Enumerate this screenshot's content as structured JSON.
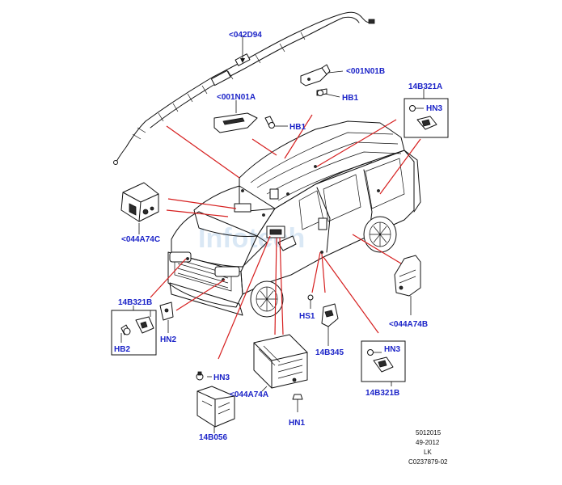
{
  "labels": {
    "curtain_right": "<042D94",
    "sensor_rear_top": "<001N01B",
    "hb1_top": "HB1",
    "sensor_front_top": "<001N01A",
    "hb1_mid": "HB1",
    "sensor_box_right_top": "14B321A",
    "hn3_right_top": "HN3",
    "knee_driver": "<044A74C",
    "sensor_box_left": "14B321B",
    "hb2": "HB2",
    "hn2": "HN2",
    "hs1": "HS1",
    "module_14b345": "14B345",
    "seat_side": "<044A74B",
    "hn3_right_bottom": "HN3",
    "sensor_box_right_bottom": "14B321B",
    "passenger_airbag": "<044A74A",
    "hn1": "HN1",
    "hn3_bottom": "HN3",
    "control_module": "14B056"
  },
  "watermark": "Infotech",
  "footer": {
    "line1": "5012015",
    "line2": "49-2012",
    "line3": "LK",
    "line4": "C0237879-02"
  },
  "colors": {
    "label_blue": "#1c24c8",
    "leader_red": "#d61f1f",
    "line_black": "#111111"
  }
}
